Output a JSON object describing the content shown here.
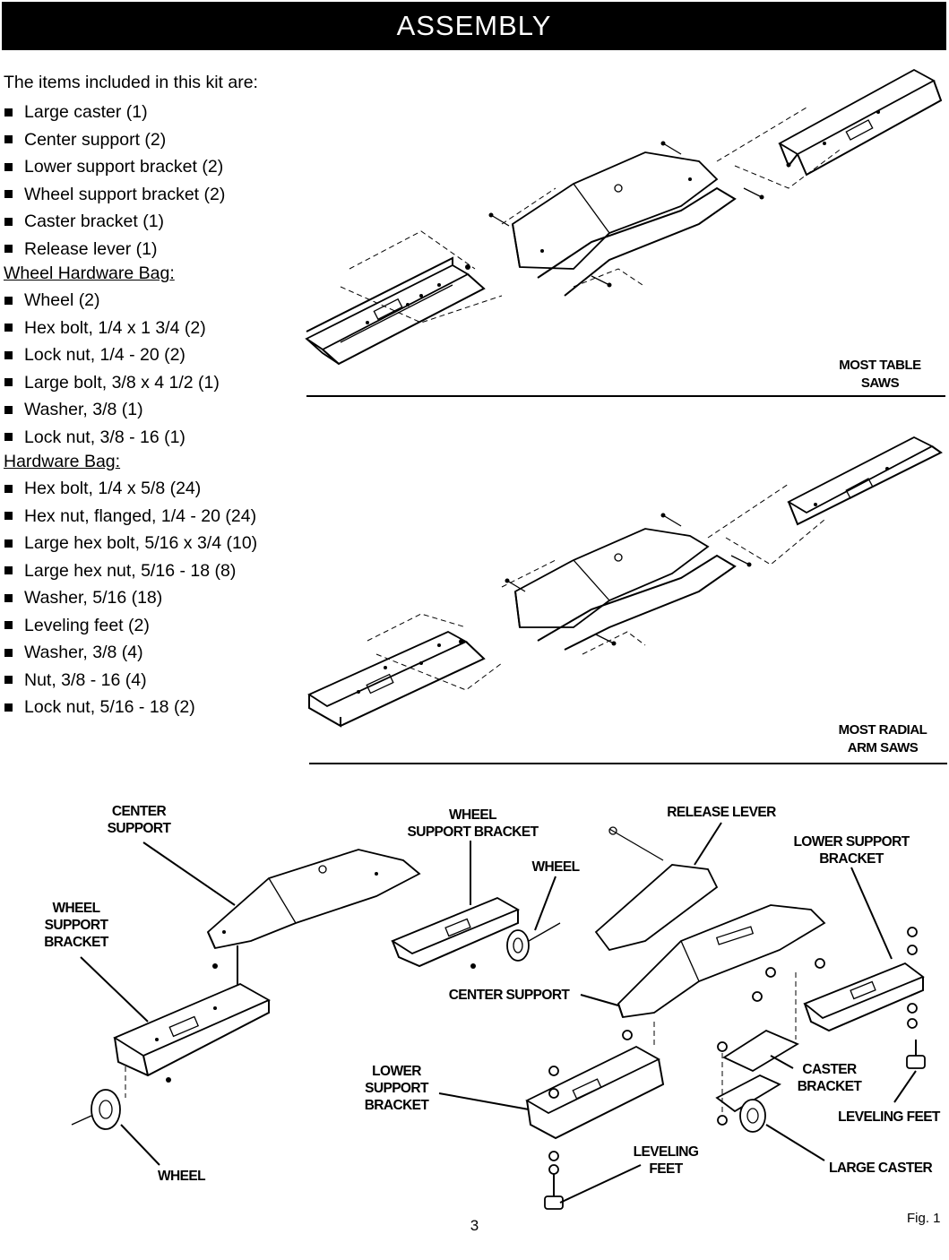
{
  "header": {
    "title": "ASSEMBLY"
  },
  "kit": {
    "intro": "The items included in this kit are:",
    "items": [
      "Large caster (1)",
      "Center support (2)",
      "Lower support bracket (2)",
      "Wheel support bracket (2)",
      "Caster bracket (1)",
      "Release lever (1)"
    ],
    "wheel_bag_heading": "Wheel Hardware Bag",
    "wheel_bag_items": [
      "Wheel (2)",
      "Hex bolt, 1/4 x 1 3/4 (2)",
      "Lock nut, 1/4 - 20 (2)",
      "Large bolt, 3/8 x 4 1/2 (1)",
      "Washer, 3/8 (1)",
      "Lock nut, 3/8 - 16 (1)"
    ],
    "hardware_bag_heading": "Hardware Bag",
    "hardware_bag_items": [
      "Hex bolt, 1/4 x 5/8 (24)",
      "Hex nut, flanged, 1/4 - 20 (24)",
      "Large hex bolt, 5/16 x 3/4 (10)",
      "Large hex nut, 5/16 - 18 (8)",
      "Washer, 5/16 (18)",
      "Leveling feet (2)",
      "Washer, 3/8 (4)",
      "Nut, 3/8 - 16 (4)",
      "Lock nut, 5/16 - 18 (2)"
    ]
  },
  "diagrams": {
    "table_saws_caption_1": "MOST TABLE",
    "table_saws_caption_2": "SAWS",
    "radial_saws_caption_1": "MOST RADIAL",
    "radial_saws_caption_2": "ARM SAWS"
  },
  "labels": {
    "center_support_top_1": "CENTER",
    "center_support_top_2": "SUPPORT",
    "wheel_support_left_1": "WHEEL",
    "wheel_support_left_2": "SUPPORT",
    "wheel_support_left_3": "BRACKET",
    "wheel_support_mid_1": "WHEEL",
    "wheel_support_mid_2": "SUPPORT BRACKET",
    "wheel_mid": "WHEEL",
    "release_lever": "RELEASE LEVER",
    "lower_support_right_1": "LOWER SUPPORT",
    "lower_support_right_2": "BRACKET",
    "center_support_mid": "CENTER SUPPORT",
    "lower_support_mid_1": "LOWER",
    "lower_support_mid_2": "SUPPORT",
    "lower_support_mid_3": "BRACKET",
    "caster_bracket_1": "CASTER",
    "caster_bracket_2": "BRACKET",
    "leveling_feet_right": "LEVELING FEET",
    "leveling_feet_mid_1": "LEVELING",
    "leveling_feet_mid_2": "FEET",
    "large_caster": "LARGE CASTER",
    "wheel_bottom": "WHEEL"
  },
  "figure_label": "Fig. 1",
  "page_number": "3"
}
